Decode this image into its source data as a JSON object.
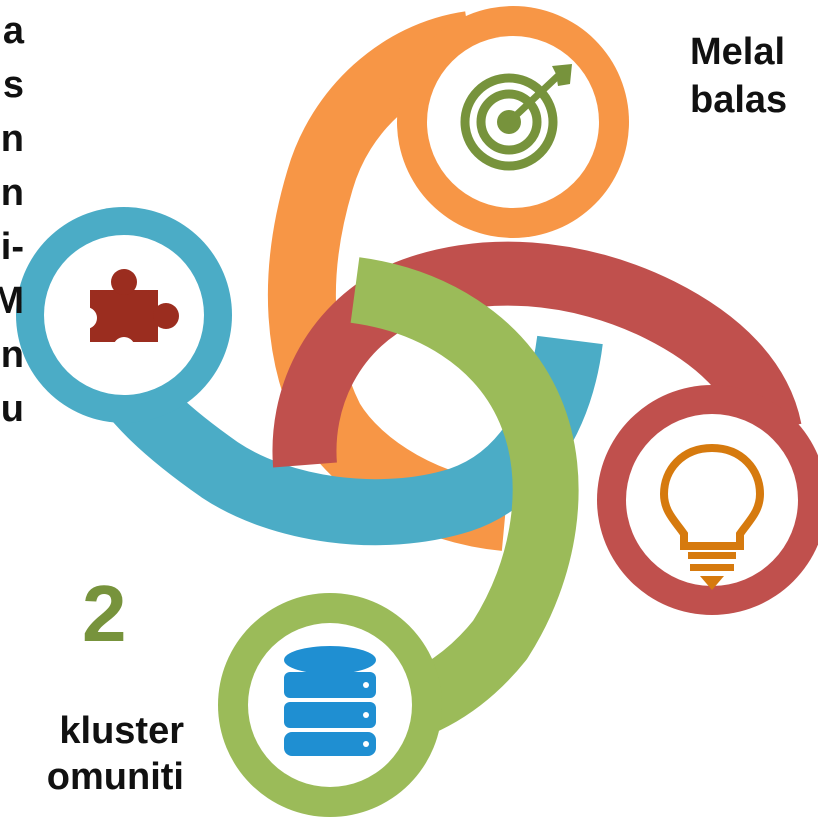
{
  "left_text_fragments": [
    "a",
    "s",
    "n",
    "n",
    "i-",
    "M",
    "n",
    "u"
  ],
  "number_label": "2",
  "bottom_text": [
    "kluster",
    "omuniti"
  ],
  "top_right_text": [
    "Melal",
    "balas"
  ],
  "colors": {
    "orange": "#F79646",
    "blue": "#4BACC6",
    "red": "#C0504D",
    "green": "#9BBB59",
    "target_icon": "#77933C",
    "puzzle_icon": "#9B2D1F",
    "bulb_icon": "#D67A0E",
    "database_icon": "#1F8FD2",
    "number": "#77933C"
  },
  "icons": [
    "target-icon",
    "puzzle-icon",
    "lightbulb-icon",
    "database-icon"
  ]
}
